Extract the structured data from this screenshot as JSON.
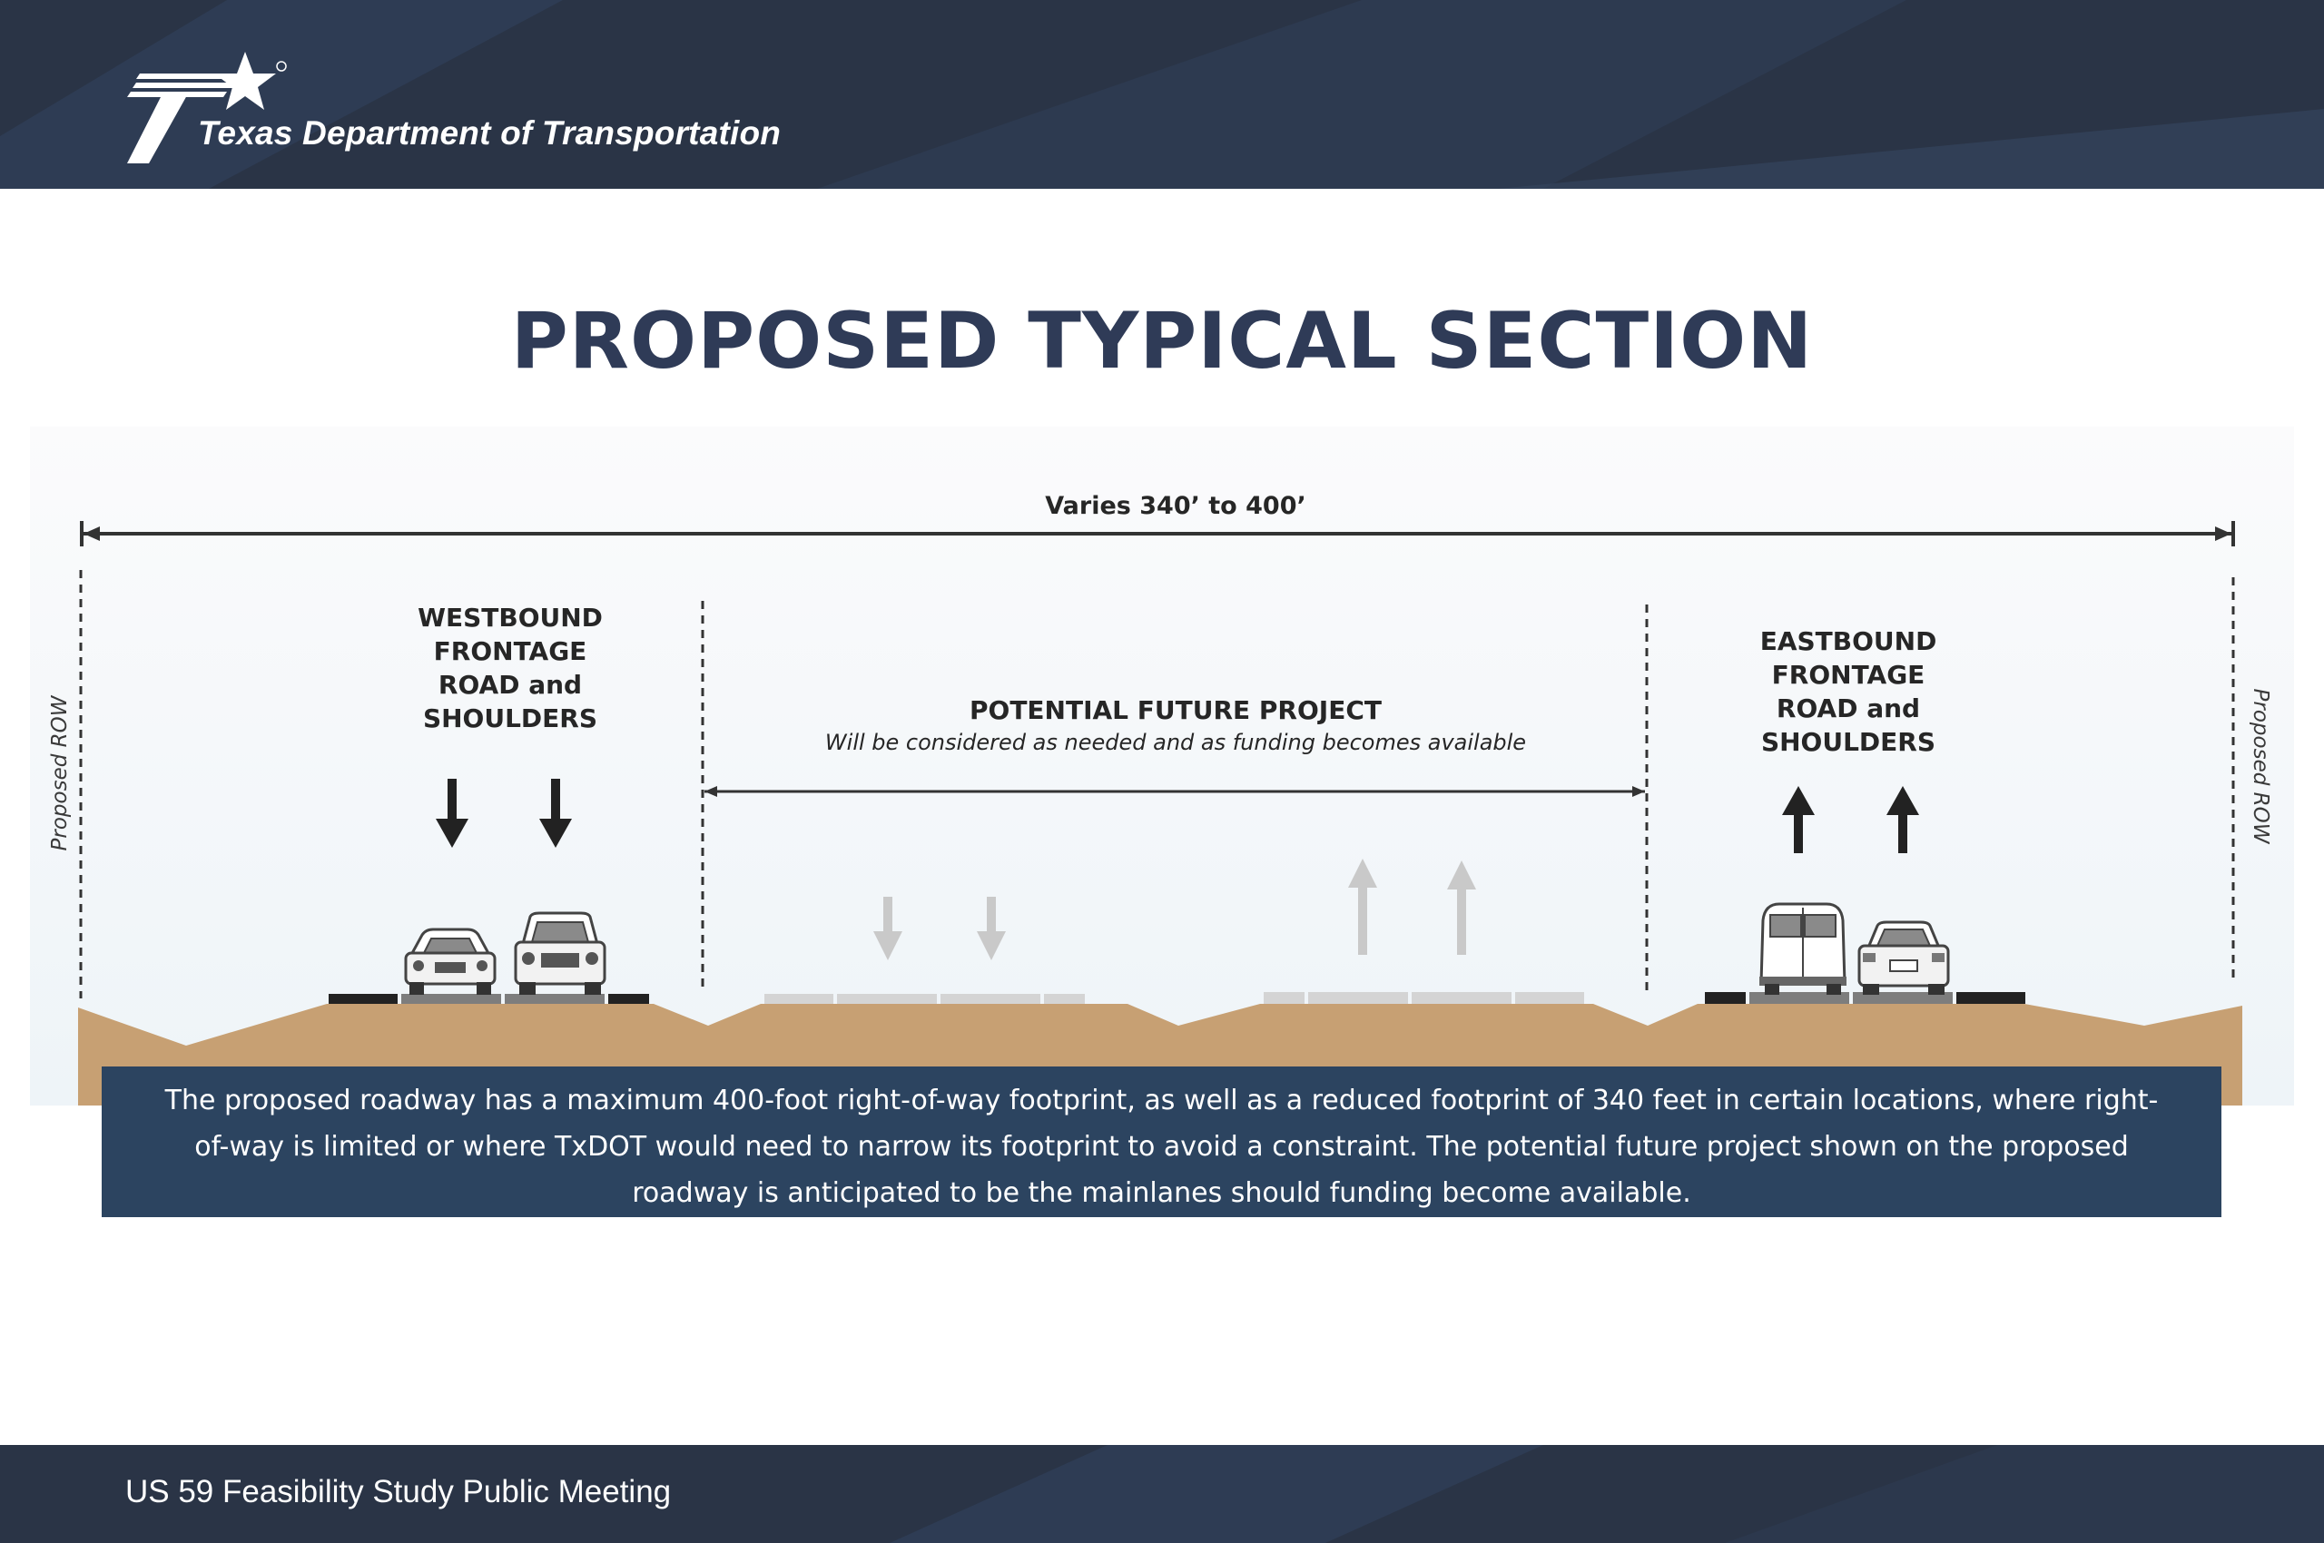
{
  "header": {
    "agency_name": "Texas Department of Transportation"
  },
  "title": "PROPOSED TYPICAL SECTION",
  "diagram": {
    "overall_dimension": "Varies 340’ to 400’",
    "row_left_label": "Proposed ROW",
    "row_right_label": "Proposed ROW",
    "westbound": {
      "line1": "WESTBOUND",
      "line2": "FRONTAGE",
      "line3": "ROAD and",
      "line4": "SHOULDERS"
    },
    "future": {
      "title": "POTENTIAL FUTURE PROJECT",
      "subtitle": "Will be considered as needed and as funding becomes available"
    },
    "eastbound": {
      "line1": "EASTBOUND",
      "line2": "FRONTAGE",
      "line3": "ROAD and",
      "line4": "SHOULDERS"
    },
    "colors": {
      "earth": "#c7a073",
      "pavement": "#7d7d7d",
      "future_pavement": "#d4d4d4",
      "shoulder": "#222222",
      "arrow": "#222222",
      "future_arrow": "#c9c9c9",
      "caption_bg": "#2c4460",
      "title": "#2f3b57",
      "band": "#2a3446"
    }
  },
  "caption": "The proposed roadway has a maximum 400-foot right-of-way footprint, as well as a reduced footprint of 340 feet in certain locations, where right-of-way is limited or where TxDOT would need to narrow its footprint to avoid a constraint. The potential future project shown on the proposed roadway is anticipated to be the mainlanes should funding become available.",
  "footer": {
    "text": "US 59 Feasibility Study Public Meeting"
  }
}
